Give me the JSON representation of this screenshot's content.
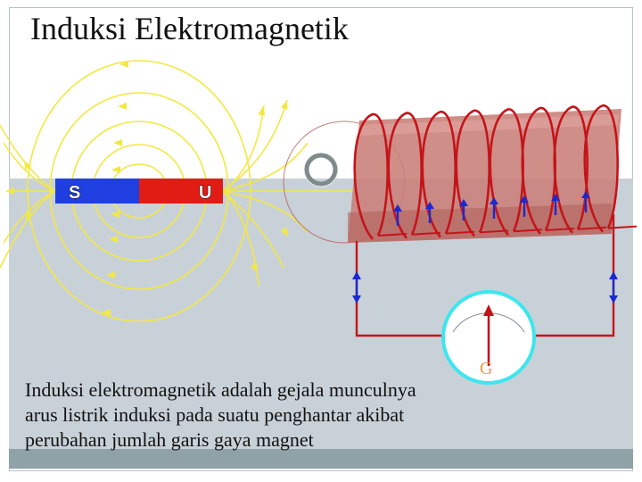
{
  "slide": {
    "title": "Induksi Elektromagnetik",
    "caption_lines": [
      "Induksi elektromagnetik adalah gejala munculnya",
      "arus listrik induksi pada suatu penghantar akibat",
      "perubahan jumlah garis gaya magnet"
    ]
  },
  "magnet": {
    "south_label": "S",
    "north_label": "U",
    "south_color": "#1f3fe0",
    "north_color": "#e01c14"
  },
  "galvanometer": {
    "label": "G",
    "ring_color": "#3de6ee"
  },
  "colors": {
    "field_lines": "#f3e843",
    "coil_wire": "#c4141a",
    "circuit_wire": "#c4141a",
    "current_arrows": "#1a2ad0",
    "panel": "#c9d1d8",
    "strip": "#8fa2a7"
  },
  "icons": [
    "field-line-arrow-icon",
    "current-arrow-icon",
    "galvanometer-needle-icon",
    "magnet-ring-icon"
  ]
}
